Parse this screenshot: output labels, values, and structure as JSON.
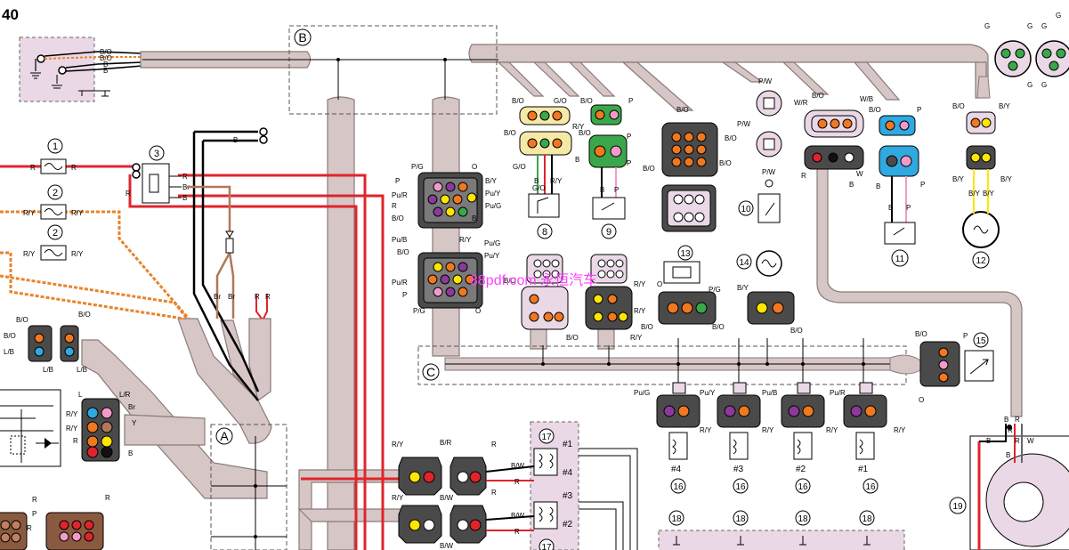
{
  "page_number": "40",
  "watermark": "88pdf.com 永恒汽车",
  "colors": {
    "harness": "#d6c6c6",
    "harness_stroke": "#8a7a7a",
    "red_wire": "#e0242c",
    "orange_wire": "#e8842a",
    "brown_wire": "#b07858",
    "connector_pink": "#ead8e6",
    "connector_dark": "#4a4a4a",
    "connector_green": "#3aa84a",
    "connector_blue": "#30a8e0",
    "connector_yellow": "#f6e9a8",
    "pin_orange": "#f07820",
    "pin_purple": "#8a3a9a",
    "pin_yellow": "#ffe600",
    "pin_pink": "#f49ac8",
    "pin_blue": "#30a8e0",
    "pin_green": "#3aa84a"
  },
  "area_labels": {
    "A": "A",
    "B": "B",
    "C": "C"
  },
  "callouts": {
    "c1": "1",
    "c2a": "2",
    "c2b": "2",
    "c3": "3",
    "c8": "8",
    "c9": "9",
    "c10": "10",
    "c11": "11",
    "c12": "12",
    "c13": "13",
    "c14": "14",
    "c15": "15",
    "c16a": "16",
    "c16b": "16",
    "c16c": "16",
    "c16d": "16",
    "c17a": "17",
    "c17b": "17",
    "c18a": "18",
    "c18b": "18",
    "c18c": "18",
    "c18d": "18",
    "c19": "19"
  },
  "cylinder_labels": [
    "#4",
    "#3",
    "#2",
    "#1"
  ],
  "coil_labels": [
    "#1",
    "#4",
    "#3",
    "#2"
  ],
  "wire_codes": {
    "B": "B",
    "B_O": "B/O",
    "R": "R",
    "R_Y": "R/Y",
    "Br": "Br",
    "G": "G",
    "G_O": "G/O",
    "W": "W",
    "W_R": "W/R",
    "W_B": "W/B",
    "P": "P",
    "P_W": "P/W",
    "P_G": "P/G",
    "Pu_R": "Pu/R",
    "Pu_B": "Pu/B",
    "Pu_G": "Pu/G",
    "Pu_Y": "Pu/Y",
    "B_Y": "B/Y",
    "B_R": "B/R",
    "B_W": "B/W",
    "O": "O",
    "L": "L",
    "L_R": "L/R",
    "L_B": "L/B",
    "Y": "Y"
  }
}
